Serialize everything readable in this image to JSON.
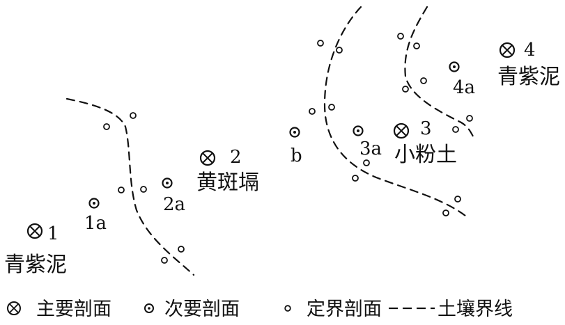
{
  "diagram": {
    "sites": {
      "s1": {
        "number": "1",
        "soil": "青紫泥"
      },
      "s2": {
        "number": "2",
        "soil": "黄斑塥"
      },
      "s3": {
        "number": "3",
        "soil": "小粉土"
      },
      "s4": {
        "number": "4",
        "soil": "青紫泥"
      }
    },
    "secondary": {
      "a1": "1a",
      "a2": "2a",
      "a3": "3a",
      "b": "b"
    },
    "legend": {
      "main_label": "主要剖面",
      "secondary_label": "次要剖面",
      "boundary_point_label": "定界剖面",
      "boundary_line_label": "土壤界线"
    }
  }
}
